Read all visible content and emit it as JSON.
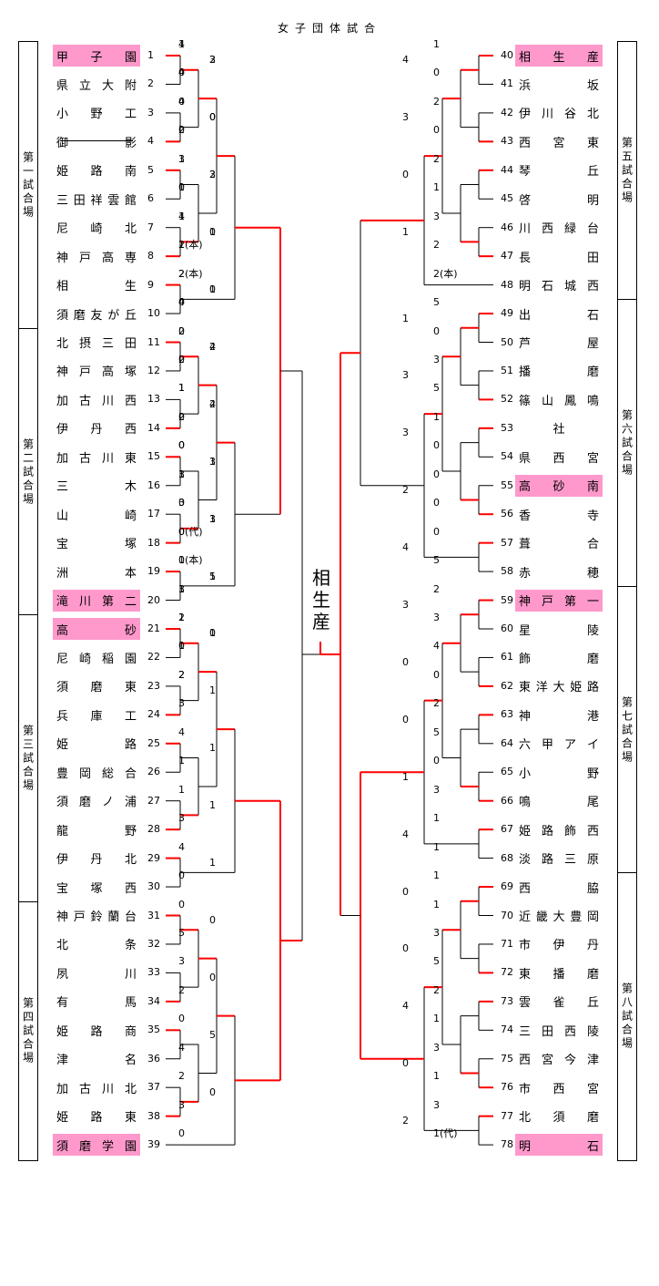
{
  "title": "女子団体試合",
  "champion": "相生産",
  "venues": [
    "第一試合場",
    "第二試合場",
    "第三試合場",
    "第四試合場",
    "第五試合場",
    "第六試合場",
    "第七試合場",
    "第八試合場"
  ],
  "teams": [
    {
      "no": "1",
      "name": "甲子園",
      "win": true
    },
    {
      "no": "2",
      "name": "県立大附"
    },
    {
      "no": "3",
      "name": "小野工"
    },
    {
      "no": "4",
      "name": "御影",
      "struck": true
    },
    {
      "no": "5",
      "name": "姫路南"
    },
    {
      "no": "6",
      "name": "三田祥雲館"
    },
    {
      "no": "7",
      "name": "尼崎北"
    },
    {
      "no": "8",
      "name": "神戸高専"
    },
    {
      "no": "9",
      "name": "相生"
    },
    {
      "no": "10",
      "name": "須磨友が丘"
    },
    {
      "no": "11",
      "name": "北摂三田"
    },
    {
      "no": "12",
      "name": "神戸高塚"
    },
    {
      "no": "13",
      "name": "加古川西"
    },
    {
      "no": "14",
      "name": "伊丹西"
    },
    {
      "no": "15",
      "name": "加古川東"
    },
    {
      "no": "16",
      "name": "三木"
    },
    {
      "no": "17",
      "name": "山崎"
    },
    {
      "no": "18",
      "name": "宝塚"
    },
    {
      "no": "19",
      "name": "洲本"
    },
    {
      "no": "20",
      "name": "滝川第二",
      "win": true
    },
    {
      "no": "21",
      "name": "高砂",
      "win": true
    },
    {
      "no": "22",
      "name": "尼崎稲園"
    },
    {
      "no": "23",
      "name": "須磨東"
    },
    {
      "no": "24",
      "name": "兵庫工"
    },
    {
      "no": "25",
      "name": "姫路"
    },
    {
      "no": "26",
      "name": "豊岡総合"
    },
    {
      "no": "27",
      "name": "須磨ノ浦"
    },
    {
      "no": "28",
      "name": "龍野"
    },
    {
      "no": "29",
      "name": "伊丹北"
    },
    {
      "no": "30",
      "name": "宝塚西"
    },
    {
      "no": "31",
      "name": "神戸鈴蘭台"
    },
    {
      "no": "32",
      "name": "北条"
    },
    {
      "no": "33",
      "name": "夙川"
    },
    {
      "no": "34",
      "name": "有馬"
    },
    {
      "no": "35",
      "name": "姫路商"
    },
    {
      "no": "36",
      "name": "津名"
    },
    {
      "no": "37",
      "name": "加古川北"
    },
    {
      "no": "38",
      "name": "姫路東"
    },
    {
      "no": "39",
      "name": "須磨学園",
      "win": true
    },
    {
      "no": "40",
      "name": "相生産",
      "win": true
    },
    {
      "no": "41",
      "name": "浜坂"
    },
    {
      "no": "42",
      "name": "伊川谷北"
    },
    {
      "no": "43",
      "name": "西宮東"
    },
    {
      "no": "44",
      "name": "琴丘"
    },
    {
      "no": "45",
      "name": "啓明"
    },
    {
      "no": "46",
      "name": "川西緑台"
    },
    {
      "no": "47",
      "name": "長田"
    },
    {
      "no": "48",
      "name": "明石城西"
    },
    {
      "no": "49",
      "name": "出石"
    },
    {
      "no": "50",
      "name": "芦屋"
    },
    {
      "no": "51",
      "name": "播磨"
    },
    {
      "no": "52",
      "name": "篠山鳳鳴"
    },
    {
      "no": "53",
      "name": "社"
    },
    {
      "no": "54",
      "name": "県西宮"
    },
    {
      "no": "55",
      "name": "高砂南",
      "win": true
    },
    {
      "no": "56",
      "name": "香寺"
    },
    {
      "no": "57",
      "name": "葺合"
    },
    {
      "no": "58",
      "name": "赤穂"
    },
    {
      "no": "59",
      "name": "神戸第一",
      "win": true
    },
    {
      "no": "60",
      "name": "星陵"
    },
    {
      "no": "61",
      "name": "飾磨"
    },
    {
      "no": "62",
      "name": "東洋大姫路"
    },
    {
      "no": "63",
      "name": "神港"
    },
    {
      "no": "64",
      "name": "六甲アイ"
    },
    {
      "no": "65",
      "name": "小野"
    },
    {
      "no": "66",
      "name": "鳴尾"
    },
    {
      "no": "67",
      "name": "姫路飾西"
    },
    {
      "no": "68",
      "name": "淡路三原"
    },
    {
      "no": "69",
      "name": "西脇"
    },
    {
      "no": "70",
      "name": "近畿大豊岡"
    },
    {
      "no": "71",
      "name": "市伊丹"
    },
    {
      "no": "72",
      "name": "東播磨"
    },
    {
      "no": "73",
      "name": "雲雀丘"
    },
    {
      "no": "74",
      "name": "三田西陵"
    },
    {
      "no": "75",
      "name": "西宮今津"
    },
    {
      "no": "76",
      "name": "市西宮"
    },
    {
      "no": "77",
      "name": "北須磨"
    },
    {
      "no": "78",
      "name": "明石",
      "win": true
    }
  ],
  "scores": [
    "4",
    "0",
    "3",
    "4",
    "0",
    "0",
    "1",
    "0",
    "3",
    "4",
    "1",
    "0",
    "2(本)",
    "4",
    "1",
    "2",
    "0",
    "2",
    "1",
    "0",
    "2",
    "0",
    "3",
    "1",
    "3",
    "0",
    "3",
    "0",
    "1",
    "1",
    "2",
    "0",
    "0",
    "2",
    "3",
    "1",
    "4",
    "1",
    "1",
    "1",
    "3",
    "1",
    "4",
    "0",
    "1",
    "0",
    "5",
    "0",
    "3",
    "2",
    "0",
    "0",
    "4",
    "5",
    "2",
    "3",
    "0",
    "0",
    "1",
    "0",
    "4",
    "2",
    "0",
    "3",
    "2",
    "1",
    "0",
    "3",
    "2",
    "1",
    "2(本)",
    "5",
    "0",
    "1",
    "3",
    "5",
    "3",
    "1",
    "0",
    "3",
    "0",
    "0",
    "2",
    "0",
    "5",
    "4",
    "2",
    "3",
    "3",
    "4",
    "0",
    "0",
    "2",
    "5",
    "0",
    "0",
    "3",
    "1",
    "1",
    "1",
    "4",
    "1",
    "1",
    "0",
    "3",
    "5",
    "0",
    "2",
    "1",
    "4",
    "3",
    "1",
    "0",
    "3",
    "1(代)",
    "2",
    "1",
    "4",
    "2",
    "0",
    "2",
    "0",
    "3",
    "1",
    "2",
    "1",
    "2(本)",
    "1",
    "2",
    "0",
    "0",
    "0",
    "2",
    "4",
    "1",
    "2",
    "4",
    "0",
    "1",
    "3",
    "0",
    "0(代)",
    "1",
    "1(本)",
    "3",
    "5",
    "1",
    "1",
    "1",
    "2"
  ]
}
